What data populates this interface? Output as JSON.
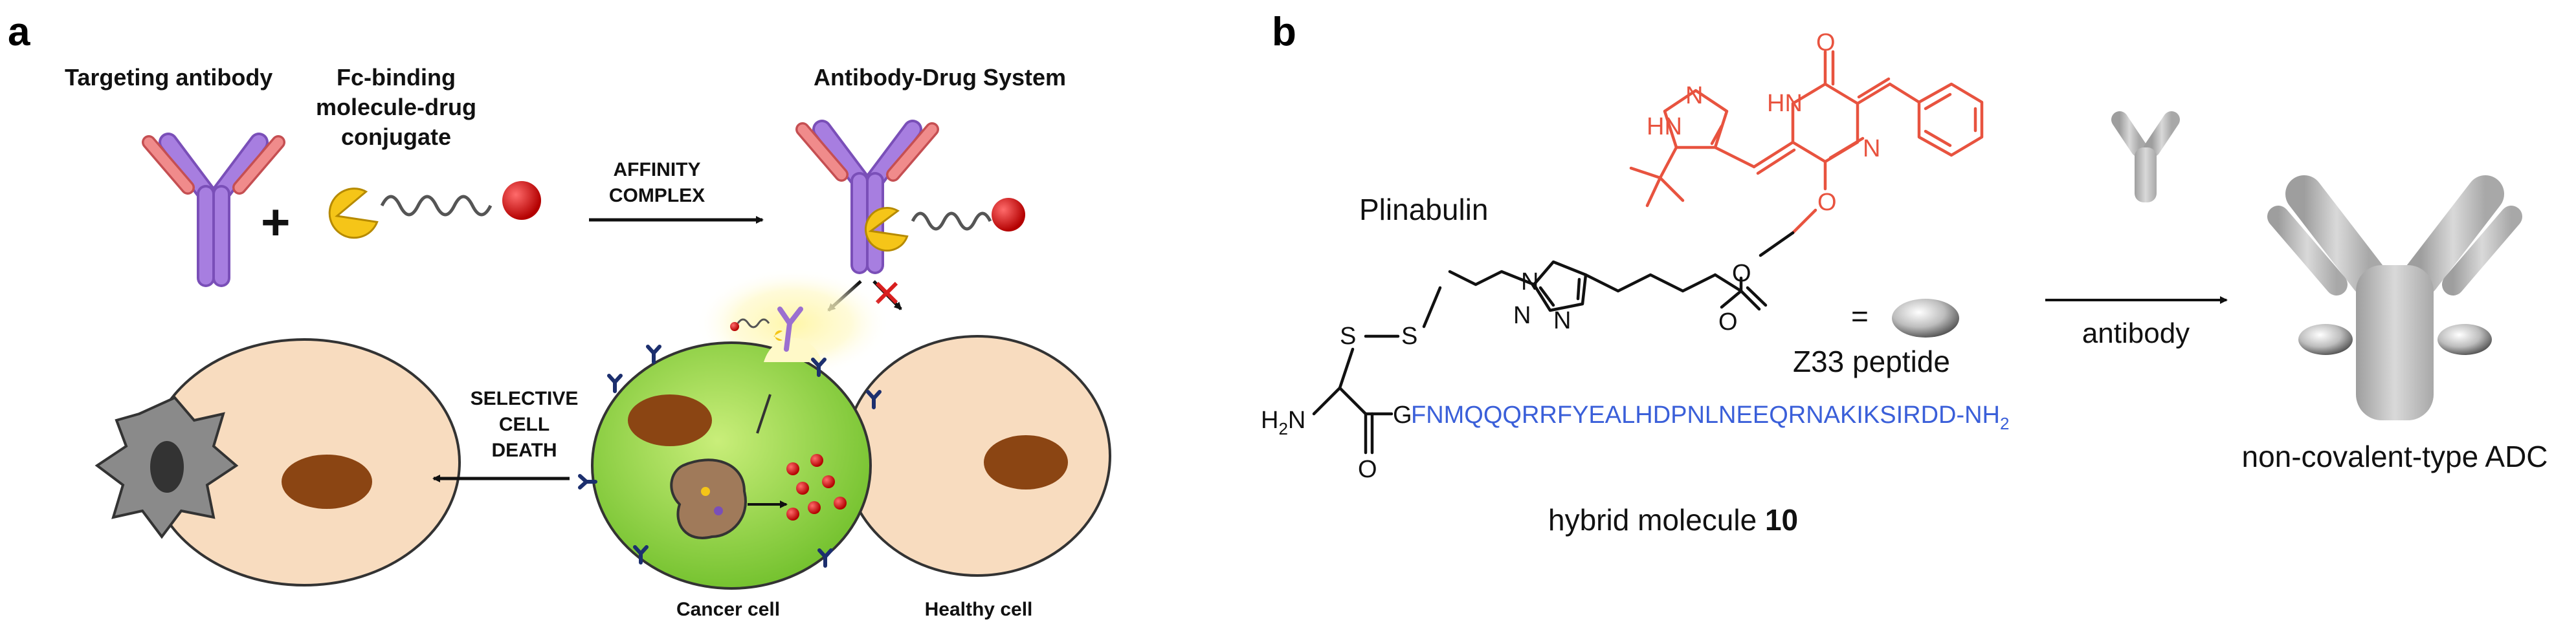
{
  "panels": {
    "a": "a",
    "b": "b"
  },
  "panel_a": {
    "targeting_antibody": "Targeting antibody",
    "fc_binding": [
      "Fc-binding",
      "molecule-drug",
      "conjugate"
    ],
    "plus": "+",
    "affinity_complex": [
      "AFFINITY",
      "COMPLEX"
    ],
    "antibody_drug_system": "Antibody-Drug System",
    "selective_cell_death": [
      "SELECTIVE",
      "CELL",
      "DEATH"
    ],
    "cancer_cell": "Cancer cell",
    "healthy_cell": "Healthy cell"
  },
  "panel_b": {
    "plinabulin": "Plinabulin",
    "z33_peptide": "Z33 peptide",
    "equals": "=",
    "antibody_arrow": "antibody",
    "non_covalent_adc": "non-covalent-type ADC",
    "hybrid_molecule_prefix": "hybrid molecule ",
    "hybrid_molecule_number": "10",
    "peptide_sequence": "FNMQQQRRFYEALHDPNLNEEQRNAKIKSIRDD-NH",
    "peptide_subscript": "2",
    "h2n": "H",
    "h2n_sub": "2",
    "h2n_n": "N",
    "atoms": {
      "O": "O",
      "N": "N",
      "HN": "HN",
      "S": "S",
      "G": "G"
    }
  },
  "colors": {
    "antibody_purple": "#9b6fd0",
    "antibody_pink": "#e8787a",
    "drug_red": "#d81e1e",
    "payload_yellow": "#f5c518",
    "cancer_green": "#8fd14f",
    "healthy_beige": "#f8dcbf",
    "nucleus_brown": "#8b4513",
    "plinabulin_red": "#e8533f",
    "peptide_blue": "#3a5fd9",
    "adc_gray": "#bdbdbd"
  }
}
